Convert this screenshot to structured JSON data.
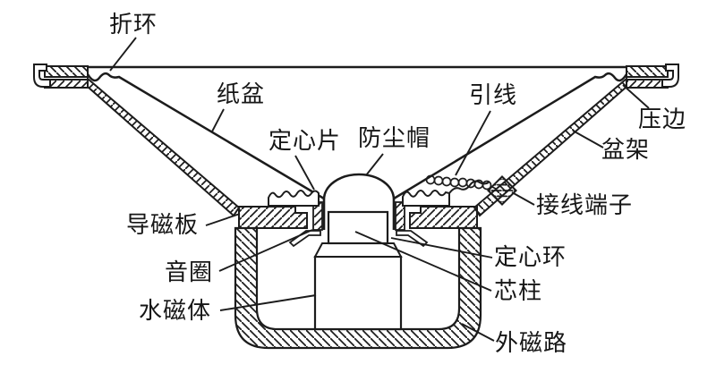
{
  "diagram": {
    "labels": {
      "surround": "折环",
      "paper_cone": "纸盆",
      "spider": "定心片",
      "dust_cap": "防尘帽",
      "lead_wire": "引线",
      "crimped_edge": "压边",
      "basket_frame": "盆架",
      "terminal": "接线端子",
      "top_plate": "导磁板",
      "voice_coil": "音圈",
      "magnet": "水磁体",
      "centering_ring": "定心环",
      "pole_piece": "芯柱",
      "outer_magnetic_circuit": "外磁路"
    },
    "colors": {
      "ink": "#1c1c1c",
      "background": "#ffffff"
    }
  }
}
